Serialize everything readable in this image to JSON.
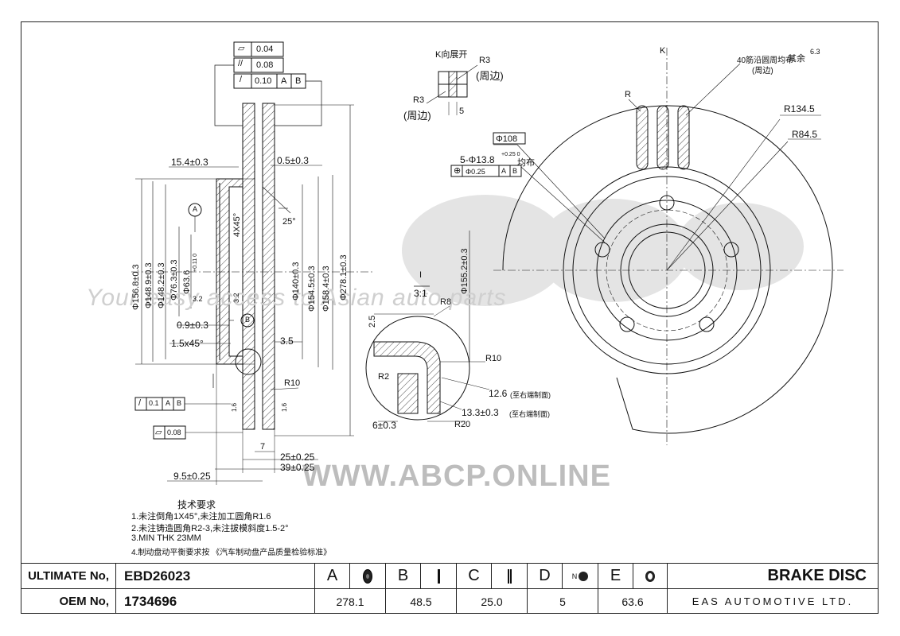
{
  "watermark": {
    "slogan": "Your easy access to Asian auto parts",
    "site": "WWW.ABCP.ONLINE"
  },
  "tolerance_frames": {
    "top": [
      "0.04",
      "0.08",
      "0.10"
    ],
    "datums": [
      "A",
      "B"
    ],
    "runout_left": "0.1",
    "flatness_left": "0.08"
  },
  "dimensions": {
    "hat_offset": "15.4±0.3",
    "face_offset": "0.5±0.3",
    "chamfer_angle": "25°",
    "chamfer": "4X45°",
    "d156": "Φ156.8±0.3",
    "d148_9": "Φ148.9±0.3",
    "d148_2": "Φ148.2±0.3",
    "d76": "Φ76.3±0.3",
    "d63": "Φ63.6",
    "d63_tol": "+0.11 0",
    "d140": "Φ140±0.3",
    "d154": "Φ154.5±0.3",
    "d158": "Φ158.4±0.3",
    "d278": "Φ278.1±0.3",
    "d155": "Φ155.2±0.3",
    "rough1": "3.2",
    "rough2": "3.2",
    "c09": "0.9±0.3",
    "c15": "1.5x45°",
    "c35": "3.5",
    "r10": "R10",
    "t16": "1.6",
    "t1": "1.6",
    "w7": "7",
    "w25": "25±0.25",
    "w39": "39±0.25",
    "w95": "9.5±0.25",
    "k_view": "K向展开",
    "r3_a": "R3",
    "r3_a_note": "(周边)",
    "r3_b": "R3",
    "r3_b_note": "(周边)",
    "w5": "5",
    "d108": "Φ108",
    "holes": "5-Φ13.8",
    "holes_tol": "+0.25 0",
    "holes_note": "均布",
    "pos_tol": "Φ0.25",
    "k": "K",
    "vents": "40筋沿圆周均布",
    "vents_rest": "其余",
    "vents_note": "(周边)",
    "vents_rough": "6.3",
    "r_label": "R",
    "r134": "R134.5",
    "r84": "R84.5",
    "scale": "3:1",
    "scale_num": "I",
    "r8": "R8",
    "d25": "2.5",
    "r2": "R2",
    "r10b": "R10",
    "d12_6": "12.6",
    "d12_6_note": "(至右端制面)",
    "d13_3": "13.3±0.3",
    "d13_3_note": "(至右端制面)",
    "r20": "R20",
    "d6": "6±0.3",
    "datum_a": "A",
    "datum_b": "B"
  },
  "notes": {
    "title": "技术要求",
    "lines": [
      "1.未注倒角1X45°,未注加工圆角R1.6",
      "2.未注铸造圆角R2-3,未注拔模斜度1.5-2°",
      "3.MIN THK 23MM",
      "4.制动盘动平衡要求按 《汽车制动盘产品质量检验标准》"
    ]
  },
  "title_block": {
    "ultimate_label": "ULTIMATE No,",
    "ultimate_value": "EBD26023",
    "oem_label": "OEM No,",
    "oem_value": "1734696",
    "columns": [
      {
        "key": "A",
        "icon": "disc-diameter-icon",
        "value": "278.1"
      },
      {
        "key": "B",
        "icon": "height-icon",
        "value": "48.5"
      },
      {
        "key": "C",
        "icon": "thickness-icon",
        "value": "25.0"
      },
      {
        "key": "D",
        "icon": "bolt-holes-icon",
        "icon_text": "N",
        "value": "5"
      },
      {
        "key": "E",
        "icon": "center-bore-icon",
        "value": "63.6"
      }
    ],
    "part_name": "BRAKE DISC",
    "company": "EAS AUTOMOTIVE LTD."
  }
}
